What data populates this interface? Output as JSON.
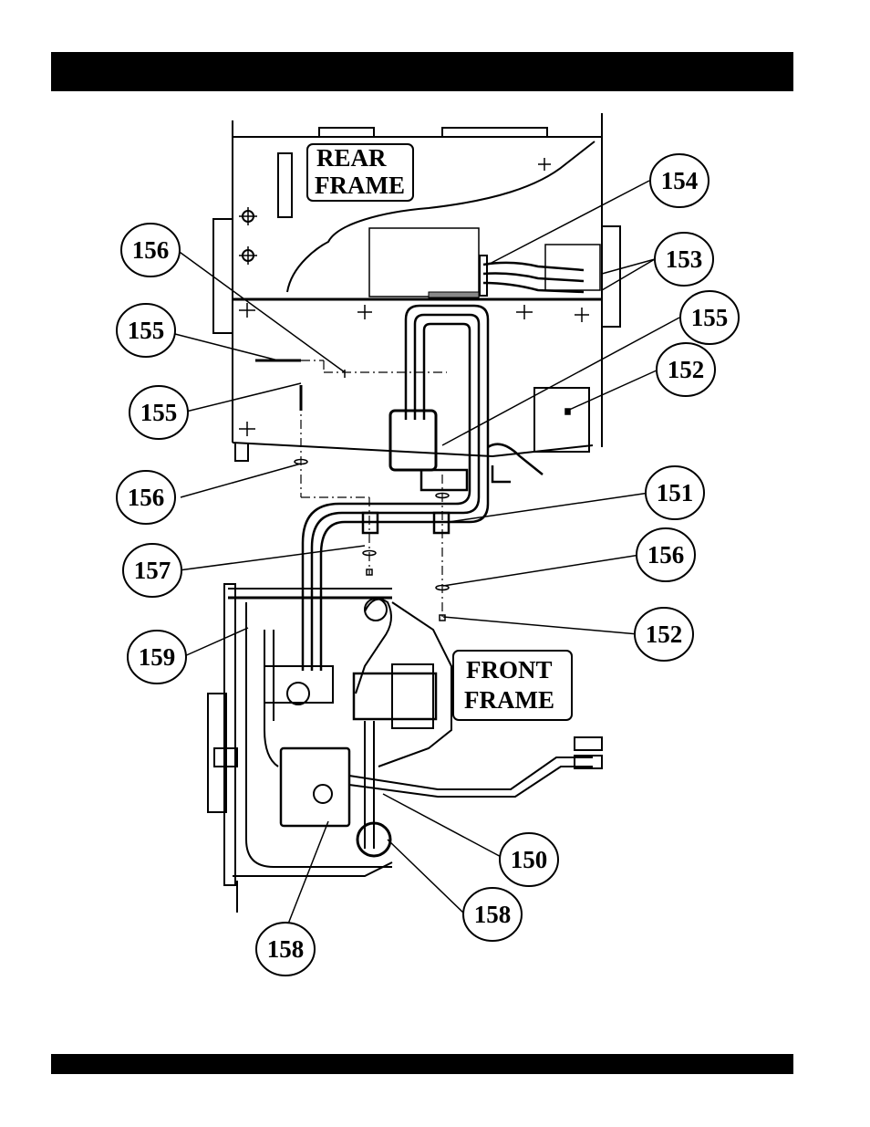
{
  "header_bar": {
    "text": ""
  },
  "footer_bar": {
    "text": ""
  },
  "labels": {
    "rear_frame_line1": "REAR",
    "rear_frame_line2": "FRAME",
    "front_frame_line1": "FRONT",
    "front_frame_line2": "FRAME"
  },
  "callouts": {
    "c154": "154",
    "c153": "153",
    "c156a": "156",
    "c155a": "155",
    "c155b": "155",
    "c155c": "155",
    "c152a": "152",
    "c156b": "156",
    "c151": "151",
    "c157": "157",
    "c156c": "156",
    "c152b": "152",
    "c159": "159",
    "c150": "150",
    "c158a": "158",
    "c158b": "158"
  }
}
